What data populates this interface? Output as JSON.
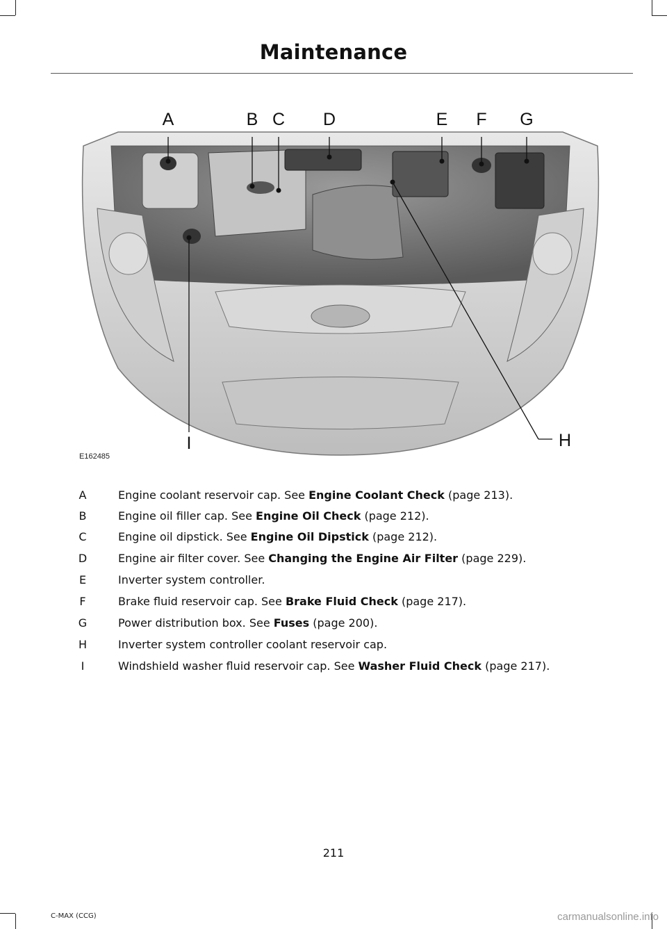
{
  "header": {
    "title": "Maintenance"
  },
  "figure": {
    "id": "E162485",
    "callouts": [
      "A",
      "B",
      "C",
      "D",
      "E",
      "F",
      "G",
      "H",
      "I"
    ]
  },
  "legend": [
    {
      "key": "A",
      "text": "Engine coolant reservoir cap.  See ",
      "link": "Engine Coolant Check",
      "page": " (page 213)."
    },
    {
      "key": "B",
      "text": "Engine oil filler cap.  See ",
      "link": "Engine Oil Check",
      "page": " (page 212)."
    },
    {
      "key": "C",
      "text": "Engine oil dipstick.  See ",
      "link": "Engine Oil Dipstick",
      "page": " (page 212)."
    },
    {
      "key": "D",
      "text": "Engine air filter cover.  See ",
      "link": "Changing the Engine Air Filter",
      "page": " (page 229)."
    },
    {
      "key": "E",
      "text": "Inverter system controller.",
      "link": "",
      "page": ""
    },
    {
      "key": "F",
      "text": "Brake fluid reservoir cap.  See ",
      "link": "Brake Fluid Check",
      "page": " (page 217)."
    },
    {
      "key": "G",
      "text": "Power distribution box.  See ",
      "link": "Fuses",
      "page": " (page 200)."
    },
    {
      "key": "H",
      "text": "Inverter system controller coolant reservoir cap.",
      "link": "",
      "page": ""
    },
    {
      "key": "I",
      "text": "Windshield washer fluid reservoir cap.  See ",
      "link": "Washer Fluid Check",
      "page": " (page 217)."
    }
  ],
  "footer": {
    "page_number": "211",
    "model": "C-MAX (CCG)",
    "watermark": "carmanualsonline.info"
  }
}
